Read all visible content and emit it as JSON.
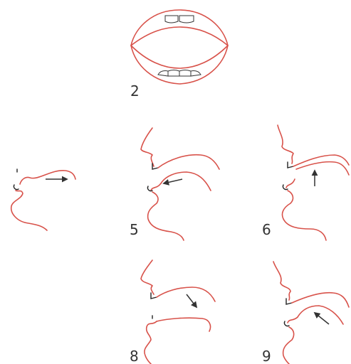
{
  "colors": {
    "lip_stroke": "#d8524a",
    "teeth_stroke": "#333333",
    "arrow": "#333333"
  },
  "panels": [
    {
      "label": "2",
      "view": "front-open-mouth"
    },
    {
      "label": "",
      "view": "profile-tongue-forward"
    },
    {
      "label": "5",
      "view": "profile-tongue-tip-lips"
    },
    {
      "label": "6",
      "view": "profile-tongue-raised"
    },
    {
      "label": "8",
      "view": "profile-tongue-back"
    },
    {
      "label": "9",
      "view": "profile-tongue-retracted"
    }
  ]
}
